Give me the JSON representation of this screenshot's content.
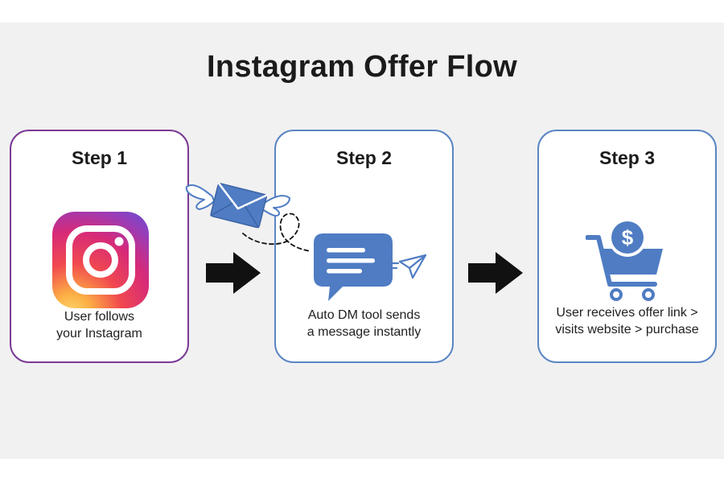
{
  "title": "Instagram Offer Flow",
  "steps": [
    {
      "label": "Step 1",
      "description": "User follows\nyour Instagram",
      "icon": "instagram-icon"
    },
    {
      "label": "Step 2",
      "description": "Auto DM tool sends\na message instantly",
      "icon": "chat-bubble-icon"
    },
    {
      "label": "Step 3",
      "description": "User receives offer link >\nvisits website > purchase",
      "icon": "shopping-cart-icon"
    }
  ],
  "colors": {
    "step1_border": "#7b3a94",
    "card_border": "#5b86c4",
    "icon_blue": "#4f7cc3",
    "arrow": "#111111"
  }
}
